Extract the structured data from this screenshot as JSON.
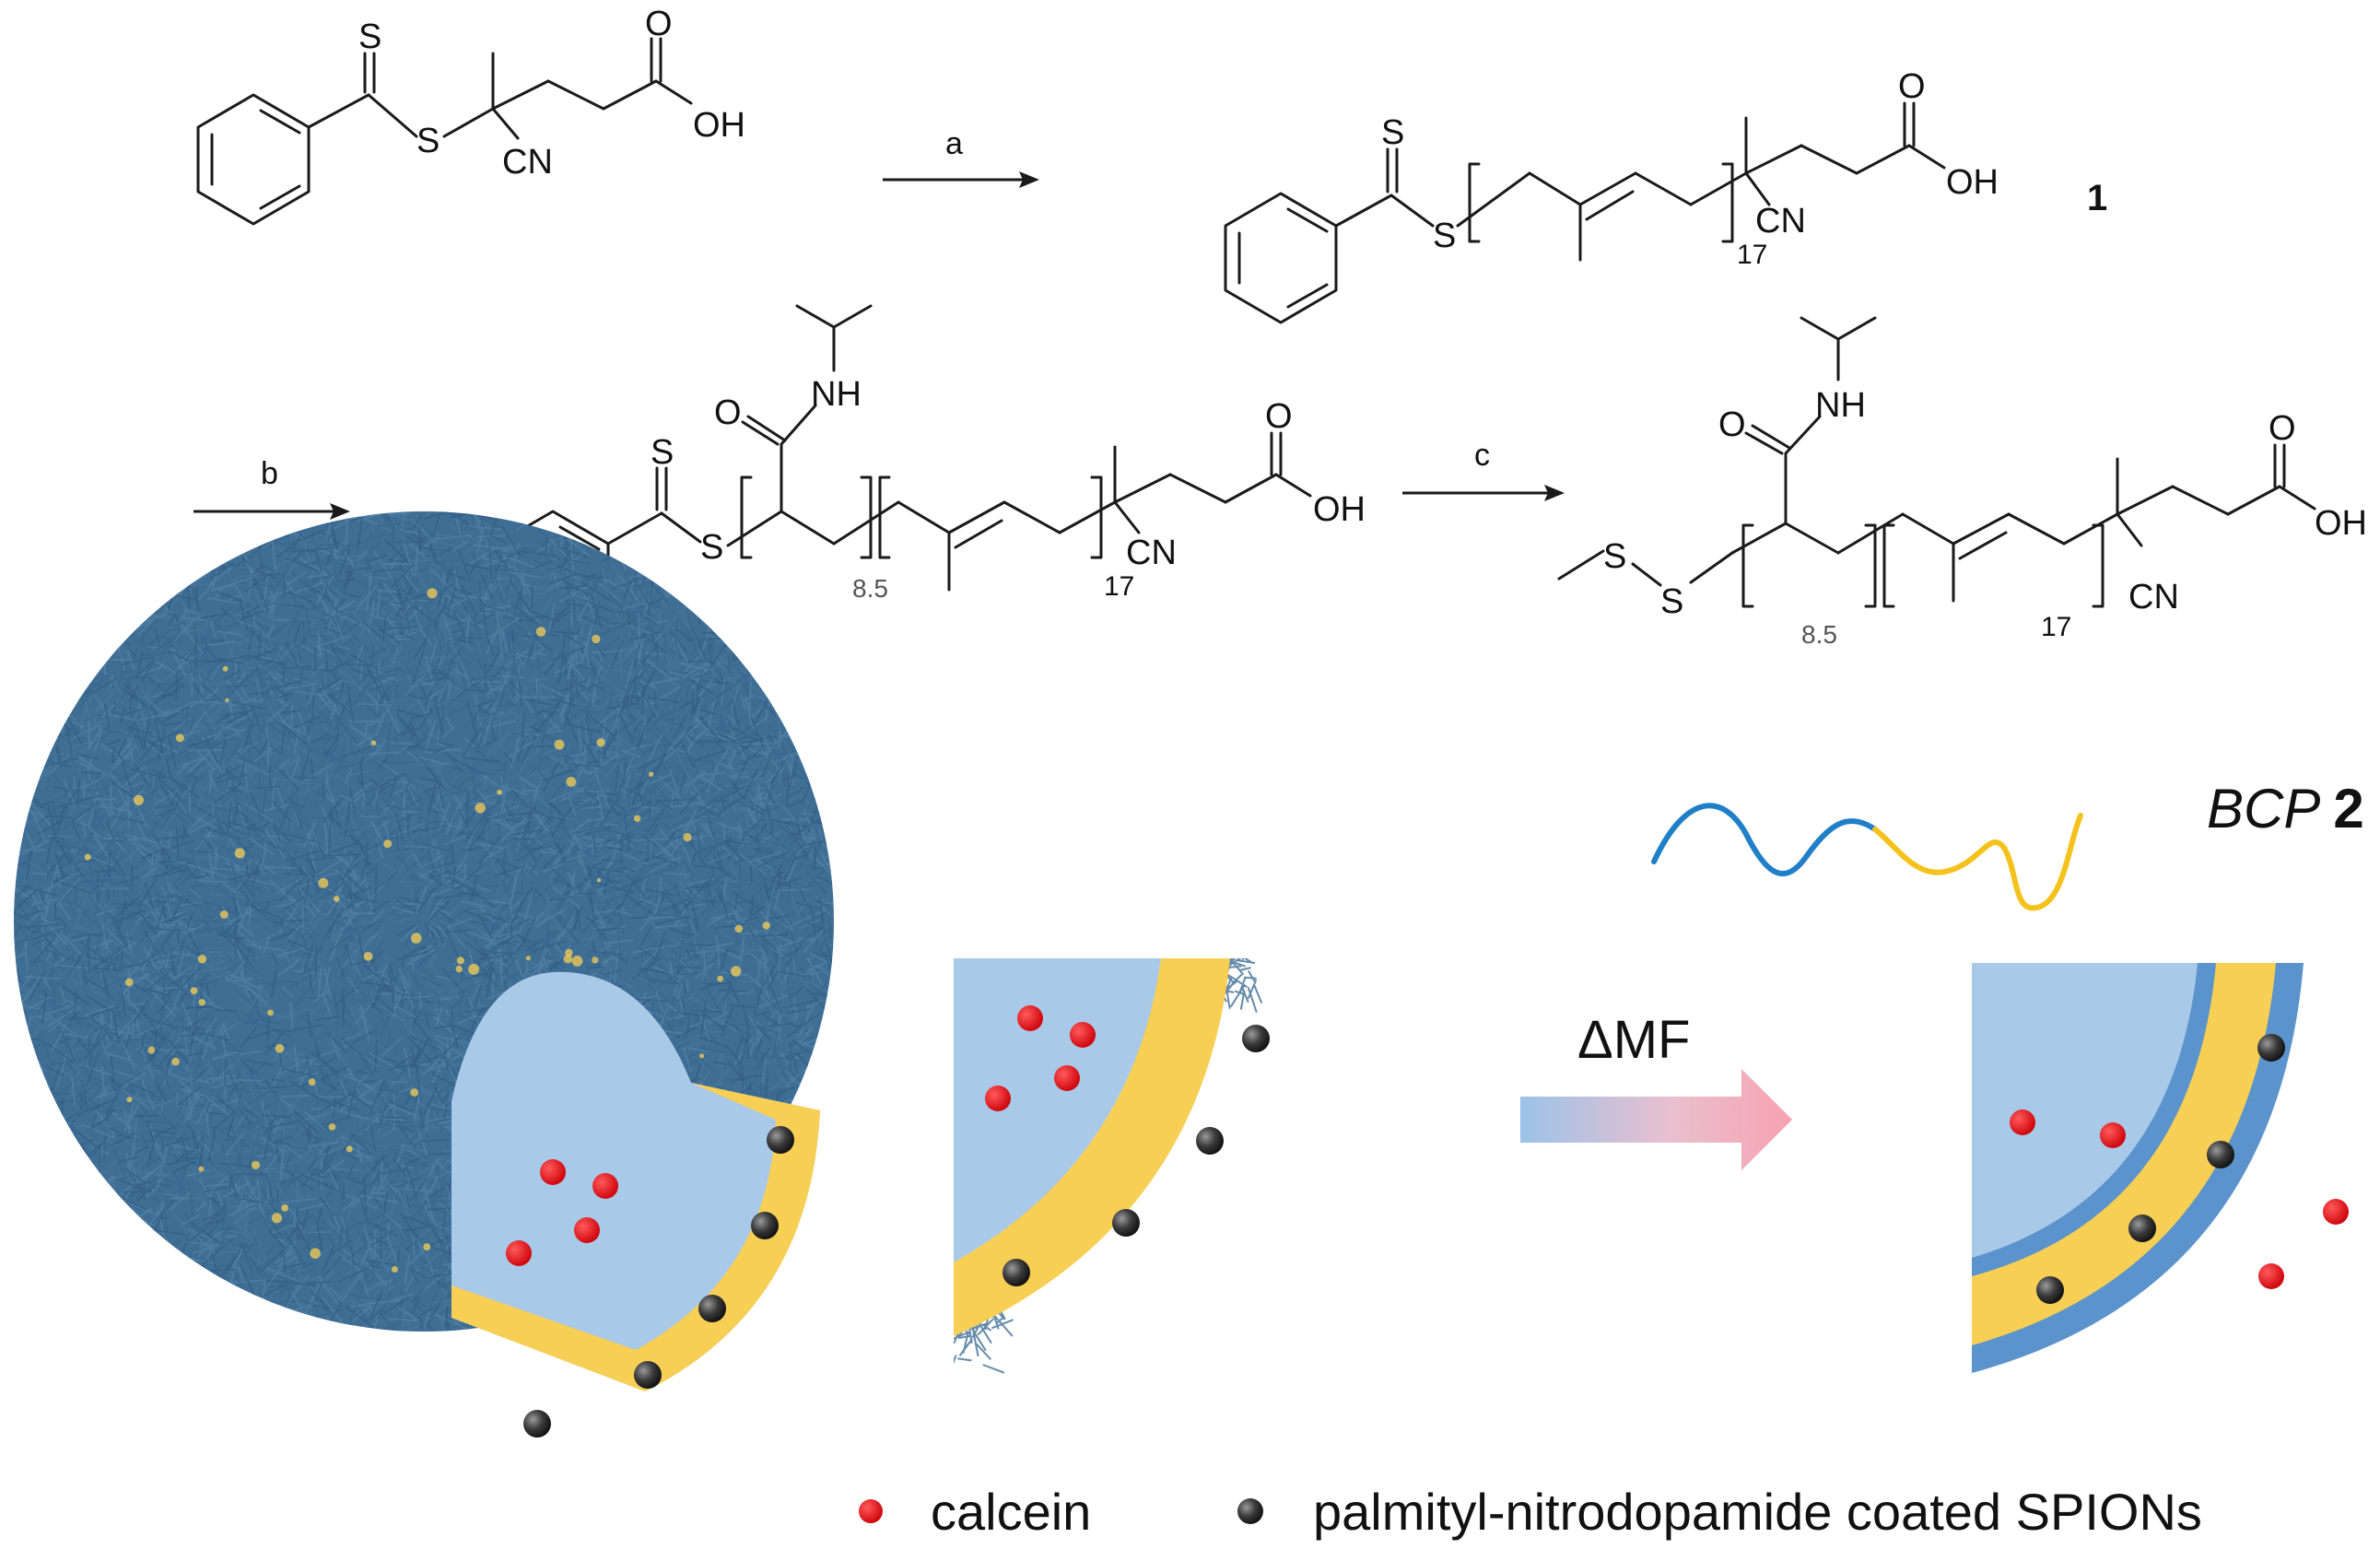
{
  "scheme": {
    "step_a": "a",
    "step_b": "b",
    "step_c": "c",
    "compound_1": "1",
    "atoms": {
      "S": "S",
      "OH": "OH",
      "O": "O",
      "CN": "CN",
      "NH": "NH"
    },
    "repeat_pi": "17",
    "repeat_nipam": "8.5"
  },
  "title": {
    "bcp": "BCP",
    "number": "2"
  },
  "stimulus": "ΔMF",
  "legend": {
    "calcein": "calcein",
    "spions": "palmityl-nitrodopamide coated SPIONs"
  },
  "colors": {
    "corona_blue": "#3f6e94",
    "core_light_blue": "#a9c9e8",
    "membrane_yellow": "#f7cf55",
    "shell_blue": "#5b93cc",
    "calcein_red": "#e3131b",
    "spion_dark": "#2f2f2f",
    "copolymer_blue": "#1f7fc8",
    "copolymer_yellow": "#f4c21b"
  }
}
